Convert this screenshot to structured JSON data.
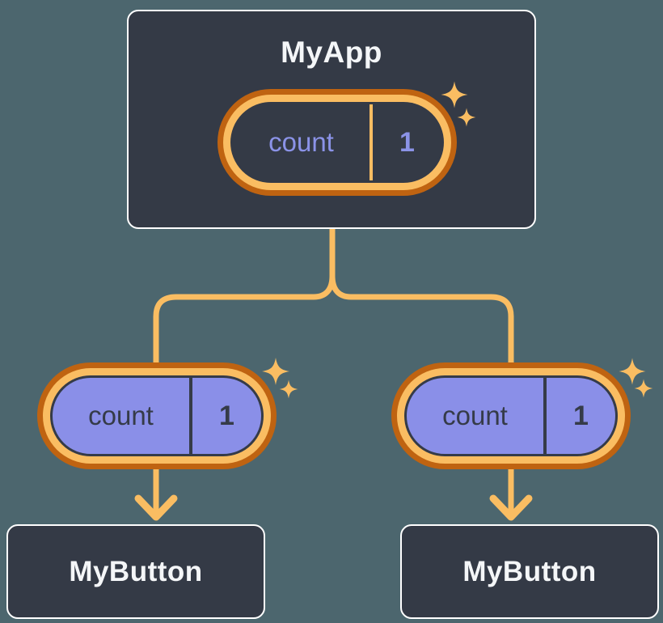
{
  "page": {
    "background_color": "#4C666E"
  },
  "colors": {
    "node_fill": "#343A46",
    "node_border": "#FFFFFF",
    "node_text": "#F4F6F8",
    "accent_orange_light": "#FABD62",
    "accent_orange_dark": "#BF6311",
    "pill_purple_fill": "#8A8FE8",
    "pill_purple_text": "#8B93E8",
    "pill_dark_text": "#353B48"
  },
  "tree": {
    "root": {
      "label": "MyApp",
      "state": {
        "key": "count",
        "value": "1"
      }
    },
    "props": [
      {
        "key": "count",
        "value": "1"
      },
      {
        "key": "count",
        "value": "1"
      }
    ],
    "children": [
      {
        "label": "MyButton"
      },
      {
        "label": "MyButton"
      }
    ]
  },
  "icons": {
    "sparkle": "four-point-star"
  }
}
